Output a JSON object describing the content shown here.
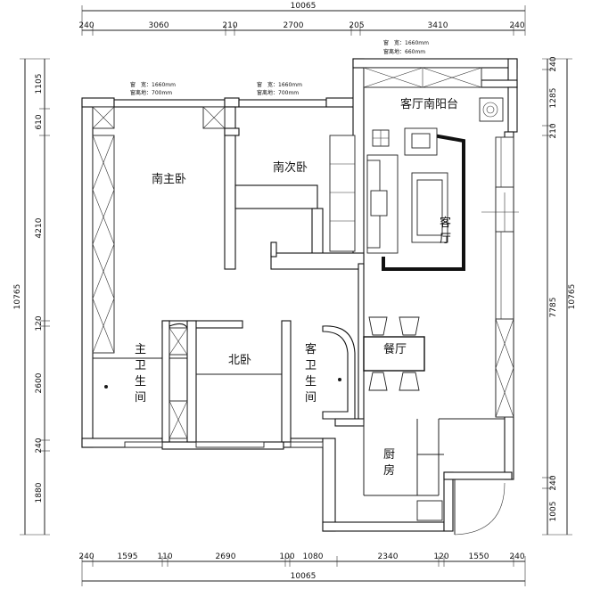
{
  "title": "",
  "top_dims": {
    "total": "10065",
    "segments": [
      "240",
      "3060",
      "210",
      "2700",
      "205",
      "3410",
      "240"
    ]
  },
  "bottom_dims": {
    "total": "10065",
    "segments": [
      "240",
      "1595",
      "110",
      "2690",
      "100",
      "1080",
      "2340",
      "120",
      "1550",
      "240"
    ]
  },
  "left_dims": {
    "total": "10765",
    "segments": [
      "1105",
      "610",
      "4210",
      "120",
      "2600",
      "240",
      "1880"
    ]
  },
  "right_dims": {
    "total_outer": "10765",
    "total_inner": "7785",
    "segments": [
      "240",
      "1285",
      "210",
      "240",
      "1005"
    ]
  },
  "rooms": {
    "living_balcony": "客厅南阳台",
    "master_bedroom": "南主卧",
    "second_bedroom": "南次卧",
    "living_room": "客厅",
    "dining_room": "餐厅",
    "north_bedroom": "北卧",
    "master_bath": "主卫生间",
    "guest_bath": "客卫生间",
    "kitchen": "厨房"
  },
  "window_notes": {
    "balcony": {
      "width": "窗　宽：1660mm",
      "sill": "窗离地：660mm"
    },
    "master": {
      "width": "窗　宽：1660mm",
      "sill": "窗离地：700mm"
    },
    "second": {
      "width": "窗　宽：1660mm",
      "sill": "窗离地：700mm"
    }
  }
}
